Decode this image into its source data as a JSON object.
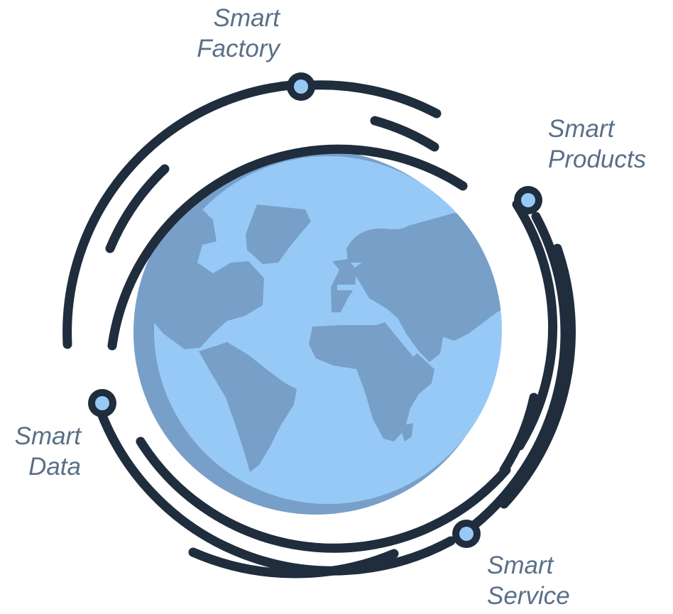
{
  "diagram": {
    "nodes": [
      {
        "id": "factory",
        "line1": "Smart",
        "line2": "Factory"
      },
      {
        "id": "products",
        "line1": "Smart",
        "line2": "Products"
      },
      {
        "id": "data",
        "line1": "Smart",
        "line2": "Data"
      },
      {
        "id": "service",
        "line1": "Smart",
        "line2": "Service"
      }
    ],
    "colors": {
      "ring": "#1f2d3d",
      "ocean": "#97c9f7",
      "land": "#789fc8",
      "globe_rim": "#789fc8",
      "node_fill": "#97c9f7",
      "label": "#5b6f87"
    },
    "icons": [
      "globe-icon"
    ]
  }
}
